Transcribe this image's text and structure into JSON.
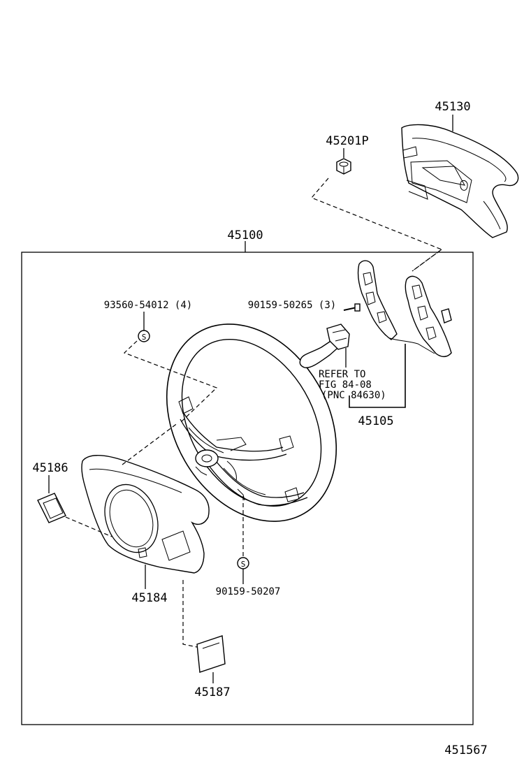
{
  "labels": {
    "p45130": "45130",
    "p45201p": "45201P",
    "p45100": "45100",
    "p93560": "93560-54012 (4)",
    "p90159a": "90159-50265 (3)",
    "refer1": "REFER TO",
    "refer2": "FIG 84-08",
    "refer3": "(PNC 84630)",
    "p45105": "45105",
    "p45186": "45186",
    "p45184": "45184",
    "p90159b": "90159-50207",
    "p45187": "45187",
    "diagram_id": "451567",
    "screw_mark": "S"
  }
}
